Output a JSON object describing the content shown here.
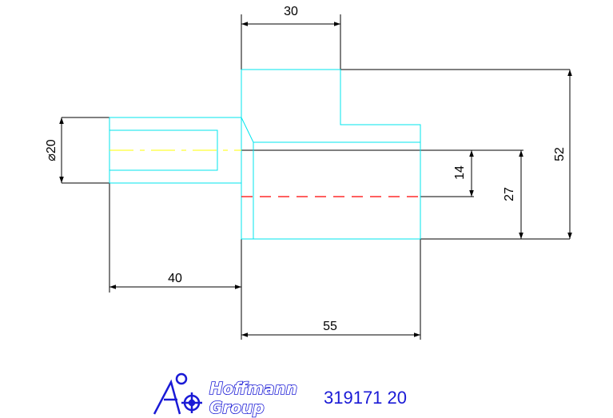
{
  "drawing": {
    "dimensions": {
      "top_width": "30",
      "diameter": "⌀20",
      "overall_height": "52",
      "height_27": "27",
      "height_14": "14",
      "shaft_length": "40",
      "body_length": "55"
    },
    "colors": {
      "outline": "#000000",
      "hidden": "#00e5ee",
      "center_red": "#ff0000",
      "center_yellow": "#ffff00",
      "brand": "#1a1ad6"
    }
  },
  "brand": {
    "line1": "Hoffmann",
    "line2": "Group",
    "logo_icon": "hoffmann-logo-icon"
  },
  "part_number": "319171 20"
}
